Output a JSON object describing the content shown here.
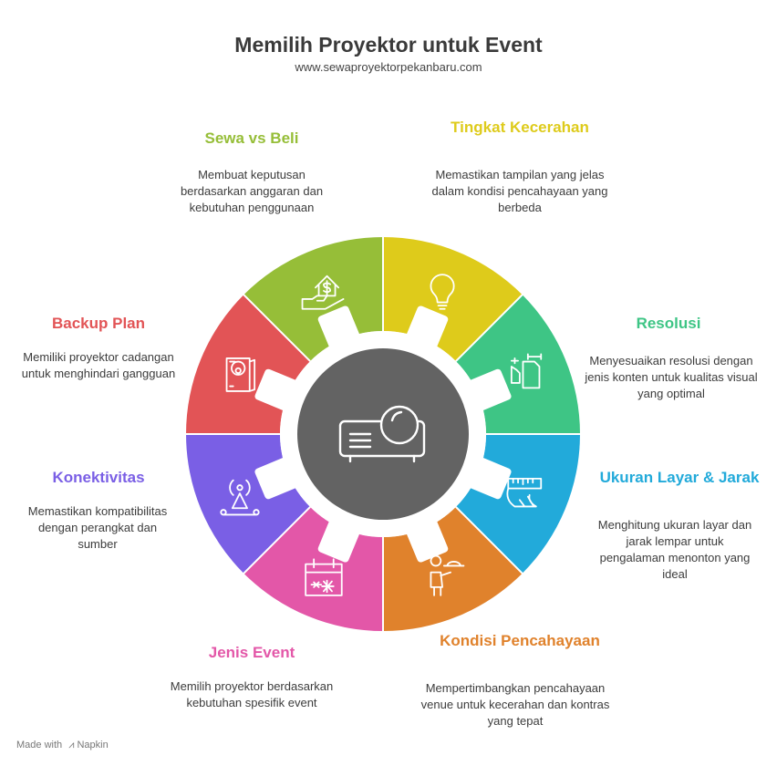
{
  "header": {
    "title": "Memilih Proyektor untuk Event",
    "subtitle": "www.sewaproyektorpekanbaru.com"
  },
  "center": {
    "icon": "projector-icon",
    "color": "#636363"
  },
  "segments": [
    {
      "id": "tingkat-kecerahan",
      "label": "Tingkat Kecerahan",
      "description": "Memastikan tampilan yang jelas dalam kondisi pencahayaan yang berbeda",
      "color": "#DECB1B",
      "icon": "lightbulb-icon"
    },
    {
      "id": "resolusi",
      "label": "Resolusi",
      "description": "Menyesuaikan resolusi dengan jenis konten untuk kualitas visual yang optimal",
      "color": "#3EC585",
      "icon": "resolution-icon"
    },
    {
      "id": "ukuran-layar-jarak",
      "label": "Ukuran Layar & Jarak",
      "description": "Menghitung ukuran layar dan jarak lempar untuk pengalaman menonton yang ideal",
      "color": "#22AADA",
      "icon": "ruler-icon"
    },
    {
      "id": "kondisi-pencahayaan",
      "label": "Kondisi Pencahayaan",
      "description": "Mempertimbangkan pencahayaan venue untuk kecerahan dan kontras yang tepat",
      "color": "#E0822C",
      "icon": "waiter-icon"
    },
    {
      "id": "jenis-event",
      "label": "Jenis Event",
      "description": "Memilih proyektor berdasarkan kebutuhan spesifik event",
      "color": "#E357A8",
      "icon": "calendar-icon"
    },
    {
      "id": "konektivitas",
      "label": "Konektivitas",
      "description": "Memastikan kompatibilitas dengan perangkat dan sumber",
      "color": "#7A5FE5",
      "icon": "antenna-icon"
    },
    {
      "id": "backup-plan",
      "label": "Backup Plan",
      "description": "Memiliki proyektor cadangan untuk menghindari gangguan",
      "color": "#E25456",
      "icon": "backup-device-icon"
    },
    {
      "id": "sewa-vs-beli",
      "label": "Sewa vs Beli",
      "description": "Membuat keputusan berdasarkan anggaran dan kebutuhan penggunaan",
      "color": "#96BE38",
      "icon": "house-money-icon"
    }
  ],
  "footer": {
    "made_with": "Made with",
    "brand": "Napkin"
  }
}
